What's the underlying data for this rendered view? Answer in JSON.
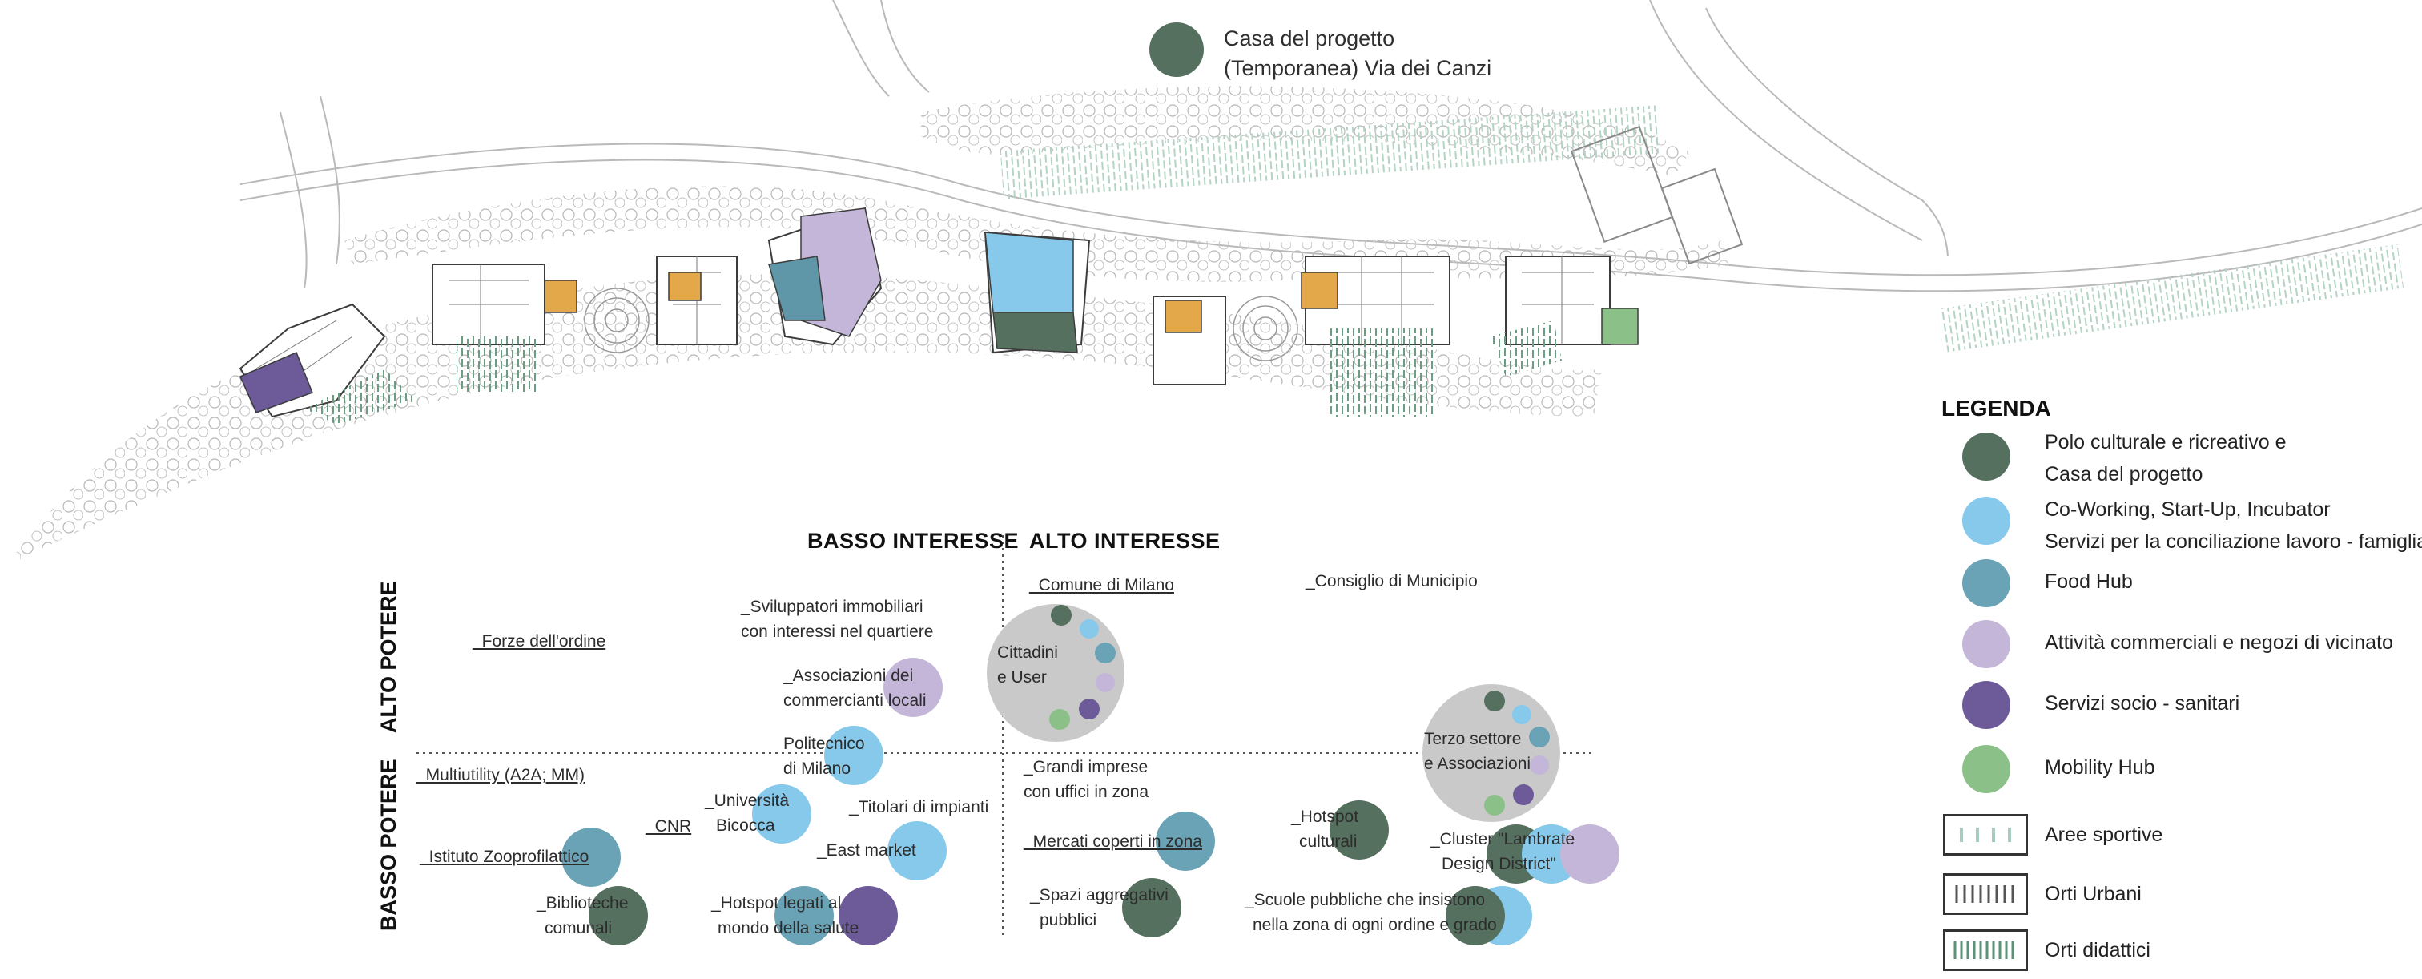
{
  "colors": {
    "polo_culturale": "#56705f",
    "coworking": "#86c9ea",
    "food_hub": "#6aa3b6",
    "commerciali": "#c3b6d8",
    "socio_sanitari": "#6c5b98",
    "mobility": "#8bc088",
    "sport_lines": "#a9cbbf",
    "orti_urbani_lines": "#555555",
    "orti_didattici_lines": "#5b9277",
    "yellow_blocks": "#e3a84a",
    "grey_big_circle": "#c9c9c9"
  },
  "casa": {
    "icon": "polo-culturale-dot",
    "line1": "Casa del progetto",
    "line2": "(Temporanea) Via dei Canzi"
  },
  "matrix": {
    "basso_interesse": "BASSO INTERESSE",
    "alto_interesse": "ALTO INTERESSE",
    "alto_potere": "ALTO POTERE",
    "basso_potere": "BASSO POTERE"
  },
  "stakeholders": {
    "forze": "_Forze dell'ordine",
    "sviluppatori_1": "_Sviluppatori immobiliari",
    "sviluppatori_2": "con interessi nel quartiere",
    "associazioni_1": "_Associazioni dei",
    "associazioni_2": "commercianti locali",
    "politecnico_1": "Politecnico",
    "politecnico_2": "di Milano",
    "multiutility": "_Multiutility (A2A; MM)",
    "cnr": "_CNR",
    "universita_1": "_Università",
    "universita_2": "Bicocca",
    "titolari": "_Titolari di impianti",
    "istituto": "_Istituto  Zooprofilattico",
    "east_market": "_East market",
    "biblioteche_1": "_Biblioteche",
    "biblioteche_2": "comunali",
    "hotspot_salute_1": "_Hotspot  legati al",
    "hotspot_salute_2": "mondo della salute",
    "comune": "_Comune di Milano",
    "cittadini_1": "Cittadini",
    "cittadini_2": "e User",
    "consiglio": "_Consiglio di Municipio",
    "grandi_1": "_Grandi imprese",
    "grandi_2": "con uffici in zona",
    "mercati": "_Mercati coperti in zona",
    "spazi_1": "_Spazi aggregativi",
    "spazi_2": "pubblici",
    "hotspot_cult_1": "_Hotspot",
    "hotspot_cult_2": "culturali",
    "terzo_1": "Terzo settore",
    "terzo_2": "e Associazioni",
    "cluster_1": "_Cluster \"Lambrate",
    "cluster_2": "Design District\"",
    "scuole_1": "_Scuole pubbliche che insistono",
    "scuole_2": "nella zona di ogni ordine e grado"
  },
  "legend": {
    "title": "LEGENDA",
    "items": [
      {
        "icon": "polo-culturale-dot",
        "line1": "Polo culturale e ricreativo e",
        "line2": "Casa del progetto"
      },
      {
        "icon": "coworking-dot",
        "line1": "Co-Working, Start-Up, Incubator",
        "line2": "Servizi per la conciliazione lavoro - famiglia"
      },
      {
        "icon": "food-hub-dot",
        "line1": "Food Hub"
      },
      {
        "icon": "commerciali-dot",
        "line1": "Attività commerciali e negozi di vicinato"
      },
      {
        "icon": "socio-sanitari-dot",
        "line1": "Servizi socio - sanitari"
      },
      {
        "icon": "mobility-dot",
        "line1": "Mobility Hub"
      },
      {
        "icon": "aree-sportive-symbol",
        "line1": "Aree sportive"
      },
      {
        "icon": "orti-urbani-symbol",
        "line1": "Orti Urbani"
      },
      {
        "icon": "orti-didattici-symbol",
        "line1": "Orti didattici"
      }
    ]
  }
}
